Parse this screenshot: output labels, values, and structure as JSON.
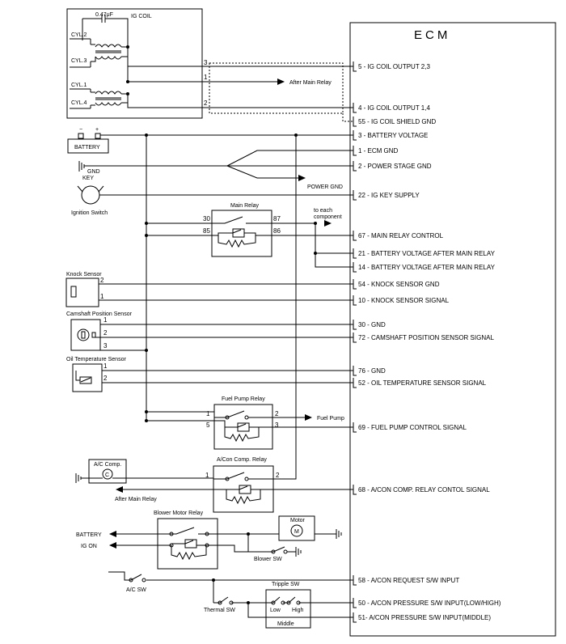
{
  "ecm": {
    "title": "ECM",
    "pins": [
      {
        "label": "5 - IG COIL OUTPUT 2,3"
      },
      {
        "label": "4 - IG COIL OUTPUT 1,4"
      },
      {
        "label": "55 - IG COIL SHIELD GND"
      },
      {
        "label": "3 - BATTERY VOLTAGE"
      },
      {
        "label": "1 - ECM GND"
      },
      {
        "label": "2 - POWER STAGE GND"
      },
      {
        "label": "22 - IG KEY SUPPLY"
      },
      {
        "label": "67 - MAIN RELAY CONTROL"
      },
      {
        "label": "21 - BATTERY VOLTAGE AFTER MAIN RELAY"
      },
      {
        "label": "14 - BATTERY VOLTAGE AFTER MAIN RELAY"
      },
      {
        "label": "54 - KNOCK SENSOR GND"
      },
      {
        "label": "10 - KNOCK SENSOR SIGNAL"
      },
      {
        "label": "30 - GND"
      },
      {
        "label": "72 - CAMSHAFT POSITION SENSOR SIGNAL"
      },
      {
        "label": "76 - GND"
      },
      {
        "label": "52 - OIL TEMPERATURE SENSOR SIGNAL"
      },
      {
        "label": "69 - FUEL PUMP CONTROL SIGNAL"
      },
      {
        "label": "68 - A/CON COMP. RELAY  CONTOL SIGNAL"
      },
      {
        "label": "58 - A/CON REQUEST S/W INPUT"
      },
      {
        "label": "50 - A/CON PRESSURE S/W INPUT(LOW/HIGH)"
      },
      {
        "label": "51- A/CON PRESSURE S/W INPUT(MIDDLE)"
      }
    ]
  },
  "ig_coil": {
    "capacitor": "0.47μF",
    "title": "IG COIL",
    "cyl2": "CYL.2",
    "cyl3": "CYL.3",
    "cyl1": "CYL.1",
    "cyl4": "CYL.4",
    "pin3": "3",
    "pin1": "1",
    "pin2": "2",
    "after_main_relay": "After Main Relay"
  },
  "battery": {
    "label": "BATTERY",
    "minus": "−",
    "plus": "+"
  },
  "gnd": "GND",
  "power_gnd": "POWER GND",
  "key": {
    "label": "KEY",
    "switch": "Ignition Switch"
  },
  "main_relay": {
    "title": "Main Relay",
    "p30": "30",
    "p85": "85",
    "p87": "87",
    "p86": "86",
    "to_each_1": "to each",
    "to_each_2": "component"
  },
  "knock": {
    "title": "Knock Sensor",
    "p2": "2",
    "p1": "1"
  },
  "camshaft": {
    "title": "Camshaft Position Sensor",
    "p1": "1",
    "p2": "2",
    "p3": "3"
  },
  "oil_temp": {
    "title": "Oil Temperature Sensor",
    "p1": "1",
    "p2": "2"
  },
  "fuel_pump_relay": {
    "title": "Fuel Pump Relay",
    "p1": "1",
    "p5": "5",
    "p2": "2",
    "p3": "3",
    "fuel_pump": "Fuel Pump"
  },
  "acon_relay": {
    "title": "A/Con Comp. Relay",
    "p1": "1",
    "p2": "2",
    "comp": "A/C Comp.",
    "comp_symbol": "C",
    "after_main_relay": "After Main Relay"
  },
  "blower": {
    "title": "Blower Motor Relay",
    "battery": "BATTERY",
    "ig_on": "IG ON",
    "motor": "Motor",
    "motor_symbol": "M",
    "blower_sw": "Blower SW"
  },
  "ac_sw": "A/C SW",
  "thermal_sw": "Thermal SW",
  "tripple": {
    "title": "Tripple SW",
    "low": "Low",
    "high": "High",
    "middle": "Middle"
  }
}
